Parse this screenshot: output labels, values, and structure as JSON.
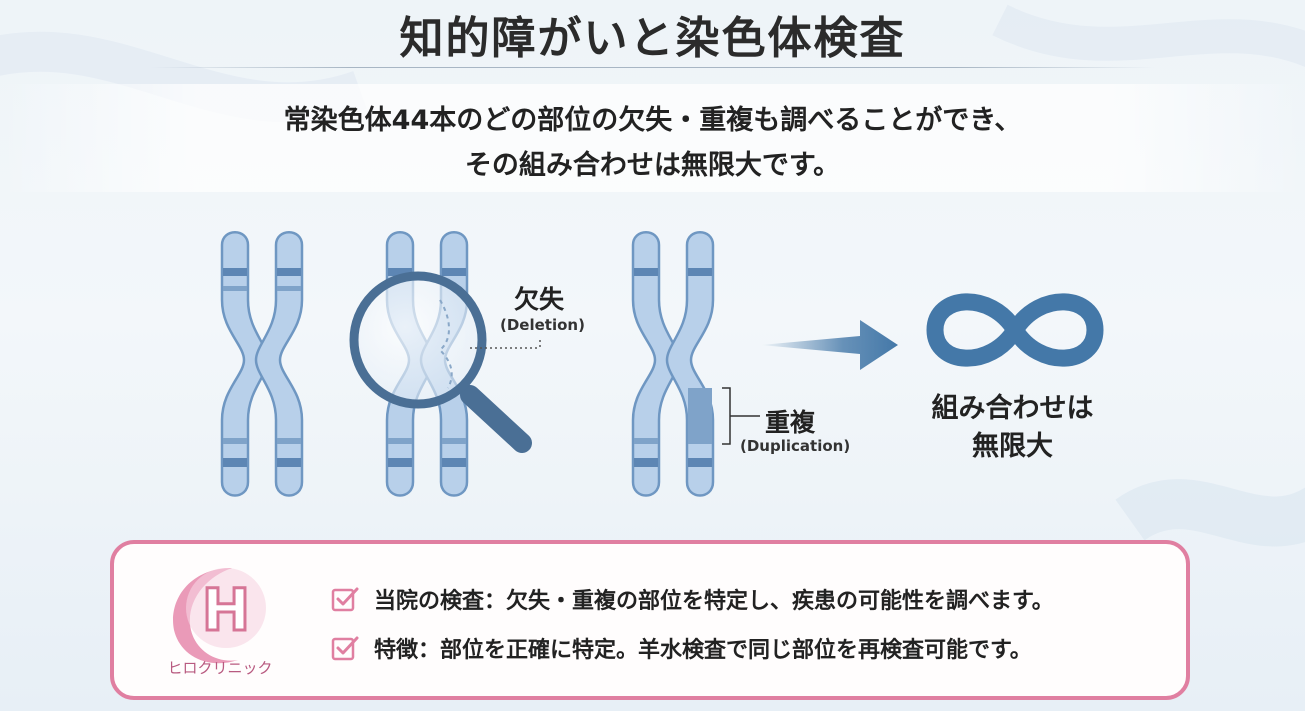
{
  "title": "知的障がいと染色体検査",
  "subtitle": {
    "line1": "常染色体44本のどの部位の欠失・重複も調べることができ、",
    "line2": "その組み合わせは無限大です。"
  },
  "diagram": {
    "deletion_label": "欠失",
    "deletion_sub": "(Deletion)",
    "duplication_label": "重複",
    "duplication_sub": "(Duplication)",
    "infinity_line1": "組み合わせは",
    "infinity_line2": "無限大",
    "colors": {
      "chromosome_fill": "#b8d0ea",
      "chromosome_stroke": "#6f97c2",
      "band": "#5d86b4",
      "infinity": "#4478a8",
      "magnifier_handle": "#4a6f95",
      "accent_pink": "#e07fa1"
    }
  },
  "info": {
    "logo_text": "ヒロクリニック",
    "items": [
      "当院の検査：欠失・重複の部位を特定し、疾患の可能性を調べます。",
      "特徴：部位を正確に特定。羊水検査で同じ部位を再検査可能です。"
    ]
  }
}
